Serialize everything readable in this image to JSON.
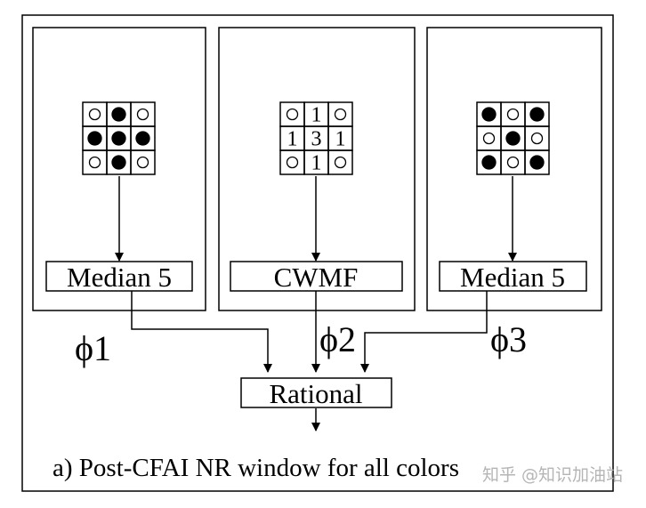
{
  "panels": [
    {
      "id": "left",
      "filter_label": "Median 5",
      "grid": [
        [
          "open",
          "filled",
          "open"
        ],
        [
          "filled",
          "filled",
          "filled"
        ],
        [
          "open",
          "filled",
          "open"
        ]
      ]
    },
    {
      "id": "center",
      "filter_label": "CWMF",
      "grid": [
        [
          "open",
          "1",
          "open"
        ],
        [
          "1",
          "3",
          "1"
        ],
        [
          "open",
          "1",
          "open"
        ]
      ]
    },
    {
      "id": "right",
      "filter_label": "Median 5",
      "grid": [
        [
          "filled",
          "open",
          "filled"
        ],
        [
          "open",
          "filled",
          "open"
        ],
        [
          "filled",
          "open",
          "filled"
        ]
      ]
    }
  ],
  "phi_labels": [
    "ϕ1",
    "ϕ2",
    "ϕ3"
  ],
  "combiner_label": "Rational",
  "caption": "a) Post-CFAI NR window for all colors",
  "watermark": "知乎 @知识加油站",
  "colors": {
    "ink": "#000000",
    "watermark": "#b5b5b5"
  }
}
